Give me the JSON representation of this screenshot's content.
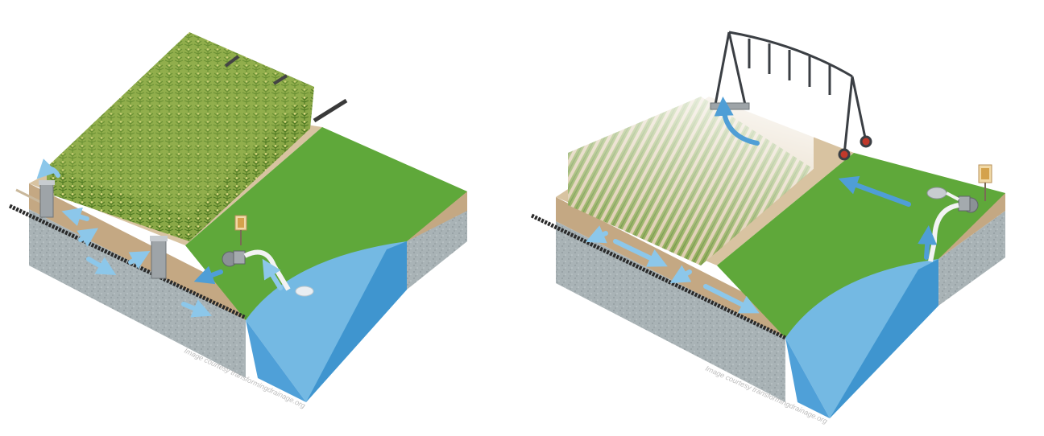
{
  "panels": [
    {
      "id": "left",
      "elements": [
        "crop-field",
        "grass-buffer",
        "water-control-structure",
        "subsurface-drain-tile",
        "pond",
        "pump",
        "solar-panel"
      ],
      "credit": "Image courtesy transformingdrainage.org"
    },
    {
      "id": "right",
      "elements": [
        "crop-field",
        "grass-buffer",
        "center-pivot-irrigation",
        "subsurface-drain-tile",
        "pond",
        "pump",
        "solar-panel"
      ],
      "credit": "Image courtesy transformingdrainage.org"
    }
  ],
  "colors": {
    "grass": "#5fa83a",
    "soil_top": "#d8c3a1",
    "soil_side": "#c4a883",
    "gravel": "#a9b3b6",
    "water": "#74b9e3",
    "water_dark": "#3f95cf",
    "arrow": "#8cc7ea",
    "crop": "#7f9f3c",
    "tile": "#2a2a2a"
  }
}
